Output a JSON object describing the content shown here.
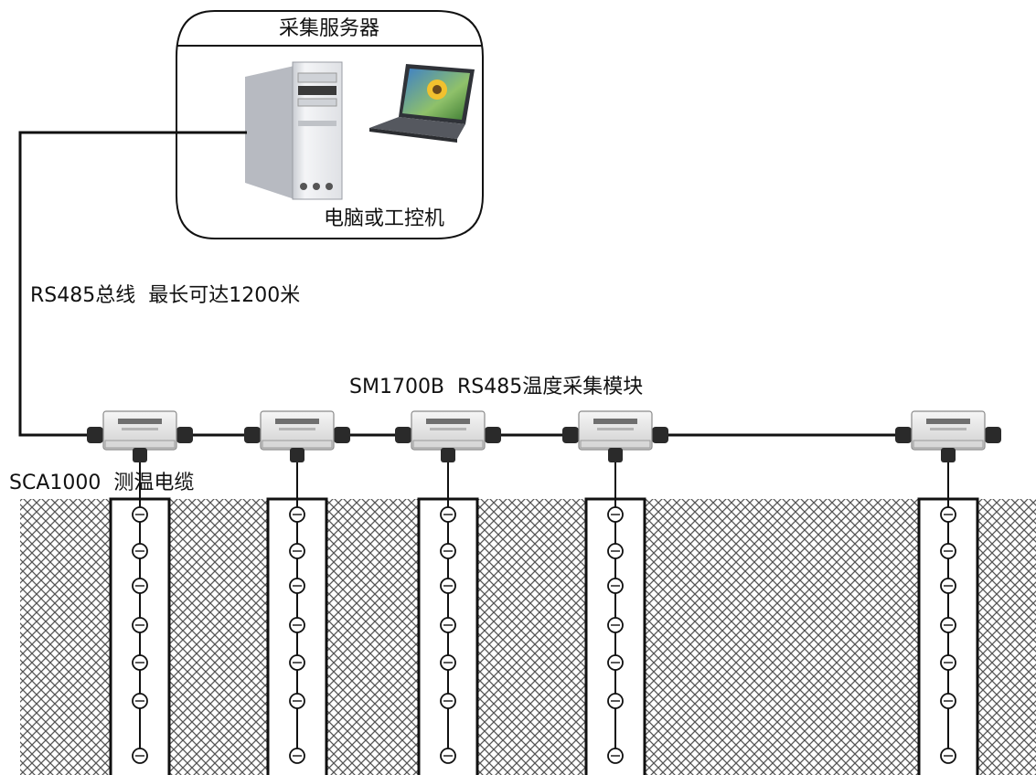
{
  "server_box": {
    "title": "采集服务器",
    "caption": "电脑或工控机"
  },
  "bus_label": "RS485总线  最长可达1200米",
  "module_label": "SM1700B  RS485温度采集模块",
  "cable_label": "SCA1000  测温电缆",
  "icons": {
    "server": "desktop-tower-icon",
    "laptop": "laptop-icon",
    "module": "junction-box-icon",
    "sensor": "temperature-sensor-icon"
  },
  "colors": {
    "line": "#111111",
    "hatch": "#555555",
    "module_body": "#e9e9e9"
  },
  "modules_count": 5,
  "sensors_per_cable": 7
}
